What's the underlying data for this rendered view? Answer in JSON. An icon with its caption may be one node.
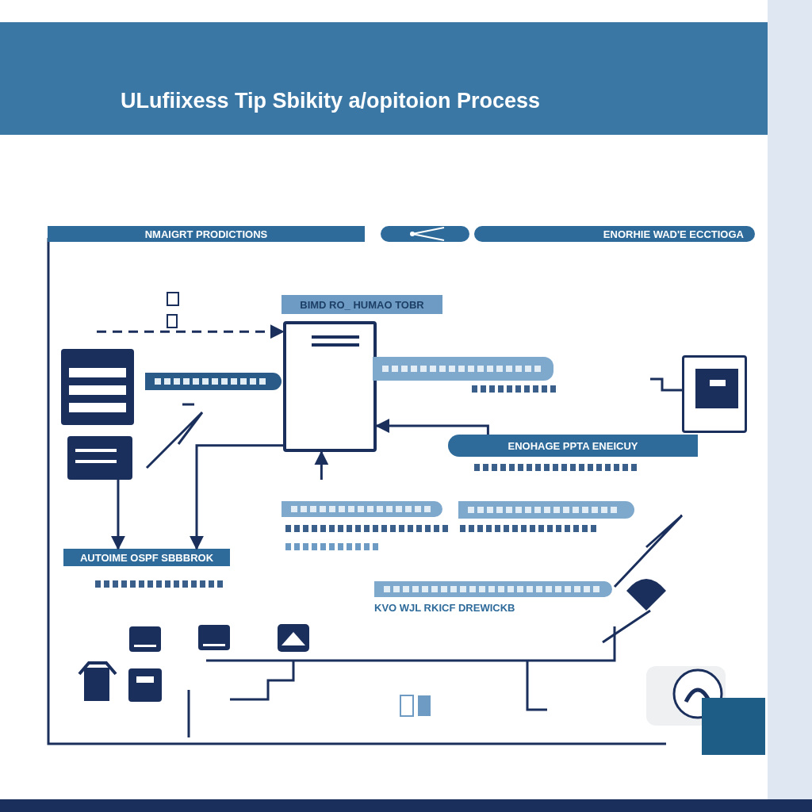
{
  "diagram": {
    "title": "ULufiixess Tip Sbikity a/opitoion Process",
    "nodes": [
      {
        "text": [
          "NMAIGRT PRODICTIONS"
        ]
      },
      {
        "text": [
          "ENORHIE WAD'E ECCTIOGA"
        ]
      },
      {
        "text": [
          "BIMD RO_ HUMAO TOBR"
        ]
      },
      {
        "text": [],
        "shape": "box"
      },
      {
        "text": [
          "ENOHAGE PPTA ENEICUY"
        ]
      },
      {
        "text": [
          "AUTOIME OSPF SBBBROK"
        ]
      },
      {
        "text": [],
        "shape": "box"
      },
      {
        "text": [],
        "shape": "box"
      },
      {
        "text": [],
        "shape": "box"
      },
      {
        "text": [],
        "shape": "bar"
      },
      {
        "text": [],
        "shape": "bar"
      },
      {
        "text": [],
        "shape": "bar"
      },
      {
        "text": [],
        "shape": "bar"
      },
      {
        "text": [],
        "shape": "bar",
        "beside": [
          "KVO WJL RKICF DREWICKB"
        ]
      }
    ],
    "edges": [
      {
        "from": null,
        "to": 3,
        "arrow": "to",
        "style": "dashed"
      },
      {
        "from": 4,
        "to": 3,
        "arrow": "to"
      },
      {
        "from": null,
        "to": 3,
        "arrow": "to"
      },
      {
        "from": 3,
        "to": 5,
        "arrow": "to"
      },
      {
        "from": 7,
        "to": 5,
        "arrow": "to"
      },
      {
        "from": null,
        "to": 8,
        "arrow": "none"
      }
    ]
  }
}
